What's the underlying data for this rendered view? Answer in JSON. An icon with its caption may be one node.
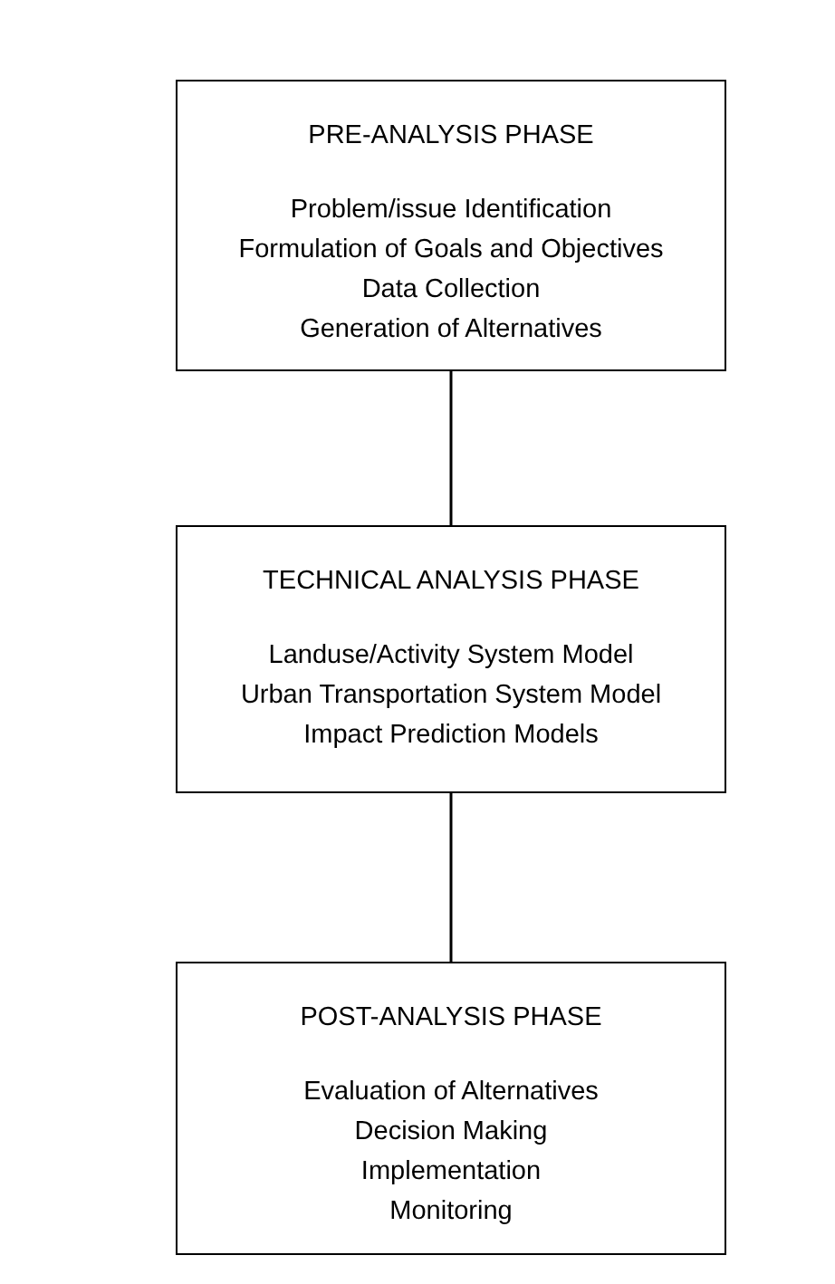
{
  "diagram": {
    "nodes": [
      {
        "text": [
          "PRE-ANALYSIS PHASE",
          "Problem/issue Identification",
          "Formulation of Goals and Objectives",
          "Data Collection",
          "Generation of Alternatives"
        ]
      },
      {
        "text": [
          "TECHNICAL ANALYSIS PHASE",
          "Landuse/Activity System Model",
          "Urban Transportation System Model",
          "Impact Prediction Models"
        ]
      },
      {
        "text": [
          "POST-ANALYSIS PHASE",
          "Evaluation of Alternatives",
          "Decision Making",
          "Implementation",
          "Monitoring"
        ]
      }
    ],
    "edges": [
      {
        "from": 0,
        "to": 1,
        "arrow": "none"
      },
      {
        "from": 1,
        "to": 2,
        "arrow": "none"
      }
    ]
  }
}
